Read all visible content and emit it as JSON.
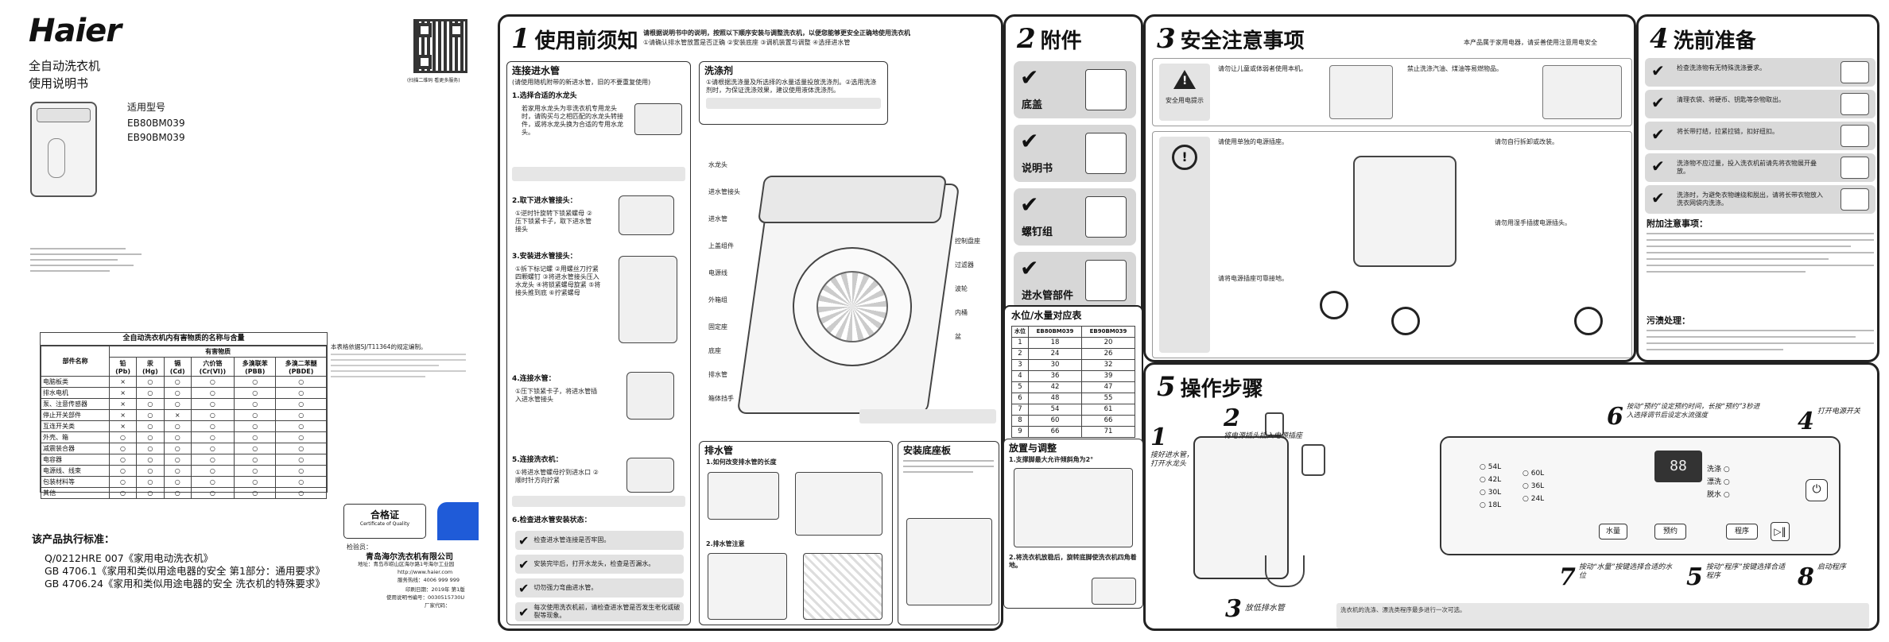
{
  "cover": {
    "brand": "Haier",
    "product": "全自动洗衣机",
    "manual": "使用说明书",
    "model_label": "适用型号",
    "models": [
      "EB80BM039",
      "EB90BM039"
    ],
    "qr_caption": "(扫描二维码 看更多服务)",
    "rohs_title": "全自动洗衣机内有害物质的名称与含量",
    "rohs_header_part": "部件名称",
    "rohs_header_group": "有害物质",
    "rohs_columns": [
      "铅\n(Pb)",
      "汞\n(Hg)",
      "镉\n(Cd)",
      "六价铬\n(Cr(VI))",
      "多溴联苯\n(PBB)",
      "多溴二苯醚\n(PBDE)"
    ],
    "rohs_rows": [
      {
        "part": "电脑板类",
        "vals": [
          "×",
          "○",
          "○",
          "○",
          "○",
          "○"
        ]
      },
      {
        "part": "排水电机",
        "vals": [
          "×",
          "○",
          "○",
          "○",
          "○",
          "○"
        ]
      },
      {
        "part": "泵、注意传感器",
        "vals": [
          "×",
          "○",
          "○",
          "○",
          "○",
          "○"
        ]
      },
      {
        "part": "停止开关部件",
        "vals": [
          "×",
          "○",
          "×",
          "○",
          "○",
          "○"
        ]
      },
      {
        "part": "互连开关类",
        "vals": [
          "×",
          "○",
          "○",
          "○",
          "○",
          "○"
        ]
      },
      {
        "part": "外壳、箱",
        "vals": [
          "○",
          "○",
          "○",
          "○",
          "○",
          "○"
        ]
      },
      {
        "part": "减震装合器",
        "vals": [
          "○",
          "○",
          "○",
          "○",
          "○",
          "○"
        ]
      },
      {
        "part": "电容器",
        "vals": [
          "○",
          "○",
          "○",
          "○",
          "○",
          "○"
        ]
      },
      {
        "part": "电源线、线束",
        "vals": [
          "○",
          "○",
          "○",
          "○",
          "○",
          "○"
        ]
      },
      {
        "part": "包装材料等",
        "vals": [
          "○",
          "○",
          "○",
          "○",
          "○",
          "○"
        ]
      },
      {
        "part": "其他",
        "vals": [
          "○",
          "○",
          "○",
          "○",
          "○",
          "○"
        ]
      }
    ],
    "rohs_note": "本表格依据SJ/T11364的规定编制。",
    "standards_title": "该产品执行标准：",
    "standards": [
      "Q/0212HRE 007《家用电动洗衣机》",
      "GB 4706.1《家用和类似用途电器的安全 第1部分：通用要求》",
      "GB 4706.24《家用和类似用途电器的安全 洗衣机的特殊要求》"
    ],
    "cert_title": "合格证",
    "cert_sub": "Certificate of Quality",
    "cert_check": "检验员：",
    "company": "青岛海尔洗衣机有限公司",
    "company_addr": "地址：青岛市崂山区海尔路1号海尔工业园",
    "website": "http://www.haier.com",
    "hotline": "服务热线：4006 999 999",
    "print_date": "印刷日期：2019年 第1版",
    "manual_no": "使用说明书编号：0030515730U",
    "maker": "厂家代码："
  },
  "s1": {
    "num": "1",
    "title": "使用前须知",
    "intro": "请根据说明书中的说明，按照以下顺序安装与调整洗衣机，以便您能够更安全正确地使用洗衣机",
    "intro2": "①请确认排水管放置是否正确 ②安装底座 ③调机装置与调整 ④选择进水管",
    "inlet_title": "连接进水管",
    "inlet_note": "(请使用随机附带的新进水管，旧的不要重复使用)",
    "step1": "1.选择合适的水龙头",
    "step1_text": "若家用水龙头为非洗衣机专用龙头时，请购买与之相匹配的水龙头转接件，或将水龙头换为合适的专用水龙头。",
    "step2": "2.取下进水管接头：",
    "step2_text": "①逆时针旋转下锁紧螺母 ②压下锁紧卡子，取下进水管接头",
    "step3": "3.安装进水管接头：",
    "step3_text": "①拆下标记螺 ②用螺丝刀拧紧四颗螺钉 ③将进水管接头压入水龙头 ④将锁紧螺母旋紧 ⑤将接头推到底 ⑥拧紧螺母",
    "step4": "4.连接水管：",
    "step4_text": "①压下锁紧卡子，将进水管插入进水管接头",
    "step5": "5.连接洗衣机：",
    "step5_text": "①将进水管螺母拧到进水口 ②顺时针方向拧紧",
    "step6": "6.检查进水管安装状态：",
    "step6_items": [
      "检查进水管连接是否牢固。",
      "安装完毕后，打开水龙头，检查是否漏水。",
      "切勿强力弯曲进水管。",
      "每次使用洗衣机前，请检查进水管是否发生老化或破裂等现象。"
    ],
    "detergent_title": "洗涤剂",
    "detergent_text": "①请根据洗涤量及所选择的水量适量投放洗涤剂。②选用洗涤剂时，为保证洗涤效果，建议使用液体洗涤剂。",
    "parts": [
      "水龙头",
      "进水管接头",
      "进水管",
      "上盖组件",
      "电源线",
      "外箱组",
      "控制盘座",
      "过滤器",
      "波轮",
      "内桶",
      "盆",
      "底座",
      "排水管",
      "固定座",
      "箱体挡手"
    ],
    "drain_title": "排水管",
    "drain_step1": "1.如何改变排水管的长度",
    "drain_step2": "2.排水管注意",
    "base_title": "安装底座板",
    "level_title": "放置与调整",
    "level_step1": "1.支撑脚最大允许倾斜角为2°",
    "level_step2": "2.将洗衣机放稳后，旋转底脚使洗衣机四角着地。"
  },
  "s2": {
    "num": "2",
    "title": "附件",
    "items": [
      "底盖",
      "说明书",
      "螺钉组",
      "进水管部件"
    ],
    "water_title": "水位/水量对应表",
    "water_cols": [
      "水位",
      "EB80BM039",
      "EB90BM039"
    ],
    "water_rows": [
      [
        "1",
        "18",
        "20"
      ],
      [
        "2",
        "24",
        "26"
      ],
      [
        "3",
        "30",
        "32"
      ],
      [
        "4",
        "36",
        "39"
      ],
      [
        "5",
        "42",
        "47"
      ],
      [
        "6",
        "48",
        "55"
      ],
      [
        "7",
        "54",
        "61"
      ],
      [
        "8",
        "60",
        "66"
      ],
      [
        "9",
        "66",
        "71"
      ]
    ]
  },
  "s3": {
    "num": "3",
    "title": "安全注意事项",
    "subtitle": "本产品属于家用电器，请妥善使用注意用电安全",
    "warn_label": "安全用电提示",
    "warnings": [
      "请勿让儿童或体弱者使用本机。",
      "禁止洗涤汽油、煤油等易燃物品。",
      "请使用单独的电源插座。",
      "请勿自行拆卸或改装。",
      "请勿用湿手插拔电源插头。",
      "请将电源插座可靠接地。"
    ]
  },
  "s4": {
    "num": "4",
    "title": "洗前准备",
    "items": [
      "检查洗涤物有无特殊洗涤要求。",
      "清理衣袋、将硬币、钥匙等杂物取出。",
      "将长带打结，拉紧拉链，扣好纽扣。",
      "洗涤物不应过量，投入洗衣机前请先将衣物展开叠放。",
      "洗涤时，为避免衣物缠绕和脱出，请将长带衣物放入洗衣网袋内洗涤。"
    ],
    "notes_title": "附加注意事项：",
    "care_title": "污渍处理："
  },
  "s5": {
    "num": "5",
    "title": "操作步骤",
    "steps": [
      {
        "n": "1",
        "t": "接好进水管，打开水龙头"
      },
      {
        "n": "2",
        "t": "将电源插头插入电源插座"
      },
      {
        "n": "3",
        "t": "放低排水管"
      },
      {
        "n": "4",
        "t": "打开电源开关"
      },
      {
        "n": "5",
        "t": "按动“程序”按键选择合适程序"
      },
      {
        "n": "6",
        "t": "按动“预约”设定预约时间，长按“预约”3秒进入选择调节后设定水流强度"
      },
      {
        "n": "7",
        "t": "按动“水量”按键选择合适的水位"
      },
      {
        "n": "8",
        "t": "启动程序"
      }
    ],
    "buttons": [
      "水量",
      "预约",
      "程序",
      "启动/暂停"
    ],
    "levels": [
      "54L",
      "42L",
      "30L",
      "18L"
    ],
    "levels2": [
      "60L",
      "36L",
      "24L"
    ],
    "programs": [
      "洗涤",
      "漂洗",
      "脱水"
    ],
    "note": "洗衣机的洗涤、漂洗类程序最多进行一次可选。"
  }
}
